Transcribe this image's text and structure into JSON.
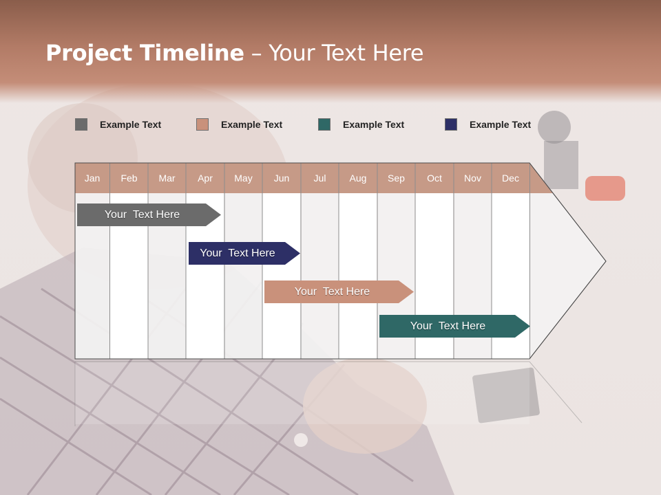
{
  "slide": {
    "title_bold": "Project Timeline",
    "title_rest": " – Your Text Here"
  },
  "legend": [
    {
      "label": "Example Text",
      "color": "#6b6b6b"
    },
    {
      "label": "Example Text",
      "color": "#c9917b"
    },
    {
      "label": "Example Text",
      "color": "#2f6866"
    },
    {
      "label": "Example Text",
      "color": "#2d2f66"
    }
  ],
  "months": [
    "Jan",
    "Feb",
    "Mar",
    "Apr",
    "May",
    "Jun",
    "Jul",
    "Aug",
    "Sep",
    "Oct",
    "Nov",
    "Dec"
  ],
  "tasks": [
    {
      "label": "Your  Text Here",
      "color": "#6b6b6b"
    },
    {
      "label": "Your  Text Here",
      "color": "#2d2f66"
    },
    {
      "label": "Your  Text Here",
      "color": "#c9917b"
    },
    {
      "label": "Your  Text Here",
      "color": "#2f6866"
    }
  ],
  "colors": {
    "month_header": "#c69a87",
    "header_band": "#b27b66"
  }
}
